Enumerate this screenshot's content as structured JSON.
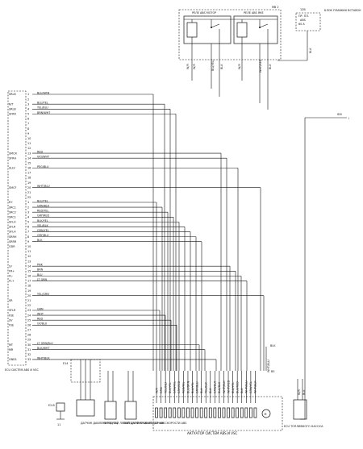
{
  "relay_box": {
    "label": "MB 2",
    "relay_motor": "РЕЛЕ ABS МОТОР",
    "relay_solenoid": "РЕЛЕ ABS ЯКЕ",
    "top_wires": [
      "W/R",
      "W/R",
      "B/L(YEL)",
      "BLK",
      "W/R",
      "WHT/RED",
      "BLK"
    ]
  },
  "fuse_block": {
    "lines": [
      "12В",
      "ПР. ПЛ.",
      "ABS",
      "60 А"
    ],
    "side_label": "БЛОК ПЛАВКИХ ВСТАВОК",
    "wire": "BLK"
  },
  "ecu": {
    "label": "ECU СИСТЕМ ABS И VSC",
    "pins": [
      {
        "name": "SRLB",
        "num": "1",
        "wire": "BLU/GRN"
      },
      {
        "name": "",
        "num": "2",
        "wire": ""
      },
      {
        "name": "R/T",
        "num": "3",
        "wire": "BLU/YEL"
      },
      {
        "name": "SRLB",
        "num": "4",
        "wire": "YEL/BLU"
      },
      {
        "name": "SFRR",
        "num": "5",
        "wire": "BRN/WHT"
      },
      {
        "name": "",
        "num": "6",
        "wire": ""
      },
      {
        "name": "",
        "num": "7",
        "wire": ""
      },
      {
        "name": "",
        "num": "8",
        "wire": ""
      },
      {
        "name": "",
        "num": "9",
        "wire": ""
      },
      {
        "name": "",
        "num": "10",
        "wire": ""
      },
      {
        "name": "",
        "num": "11",
        "wire": ""
      },
      {
        "name": "",
        "num": "12",
        "wire": ""
      },
      {
        "name": "SMCR",
        "num": "13",
        "wire": "RED"
      },
      {
        "name": "SFRH",
        "num": "14",
        "wire": "VIO/WHT"
      },
      {
        "name": "",
        "num": "15",
        "wire": ""
      },
      {
        "name": "SLLV",
        "num": "16",
        "wire": "PEG/BLU"
      },
      {
        "name": "",
        "num": "17",
        "wire": ""
      },
      {
        "name": "",
        "num": "18",
        "wire": ""
      },
      {
        "name": "",
        "num": "19",
        "wire": ""
      },
      {
        "name": "SMCF",
        "num": "20",
        "wire": "WHT/BLU"
      },
      {
        "name": "",
        "num": "21",
        "wire": ""
      },
      {
        "name": "",
        "num": "22",
        "wire": ""
      },
      {
        "name": "R+",
        "num": "1",
        "wire": "BLU/YEL"
      },
      {
        "name": "SRC1",
        "num": "2",
        "wire": "GRN/BLK"
      },
      {
        "name": "SRC2",
        "num": "3",
        "wire": "RED/YEL"
      },
      {
        "name": "SRC1",
        "num": "4",
        "wire": "GRY/RED"
      },
      {
        "name": "SFLH",
        "num": "5",
        "wire": "BLK/YEL"
      },
      {
        "name": "SFLR",
        "num": "6",
        "wire": "YEL/BLK"
      },
      {
        "name": "SFLH",
        "num": "7",
        "wire": "GRN/YEL"
      },
      {
        "name": "SRRH",
        "num": "8",
        "wire": "GRY/BLU"
      },
      {
        "name": "SRRR",
        "num": "9",
        "wire": "BLK"
      },
      {
        "name": "GDR",
        "num": "10",
        "wire": ""
      },
      {
        "name": "",
        "num": "11",
        "wire": ""
      },
      {
        "name": "",
        "num": "12",
        "wire": ""
      },
      {
        "name": "",
        "num": "13",
        "wire": ""
      },
      {
        "name": "LV",
        "num": "14",
        "wire": "PNK"
      },
      {
        "name": "FR+",
        "num": "15",
        "wire": "BRN"
      },
      {
        "name": "FL-",
        "num": "16",
        "wire": "BLU"
      },
      {
        "name": "FL+",
        "num": "17",
        "wire": "LT GRN"
      },
      {
        "name": "",
        "num": "18",
        "wire": ""
      },
      {
        "name": "",
        "num": "19",
        "wire": ""
      },
      {
        "name": "",
        "num": "20",
        "wire": "YEL/GRN"
      },
      {
        "name": "SR",
        "num": "21",
        "wire": ""
      },
      {
        "name": "",
        "num": "22",
        "wire": ""
      },
      {
        "name": "SFLR",
        "num": "23",
        "wire": "GRN"
      },
      {
        "name": "FSE",
        "num": "24",
        "wire": "WHT"
      },
      {
        "name": "SV",
        "num": "25",
        "wire": "RED"
      },
      {
        "name": "FSE",
        "num": "26",
        "wire": "GY/BLU"
      },
      {
        "name": "",
        "num": "27",
        "wire": ""
      },
      {
        "name": "",
        "num": "28",
        "wire": ""
      },
      {
        "name": "",
        "num": "29",
        "wire": ""
      },
      {
        "name": "MT",
        "num": "30",
        "wire": "LT GRN/BLU"
      },
      {
        "name": "MR",
        "num": "31",
        "wire": "BLK/WHT"
      },
      {
        "name": "",
        "num": "32",
        "wire": ""
      },
      {
        "name": "GND1",
        "num": "33",
        "wire": "WHT/BLK"
      }
    ],
    "gnd_ref": "E14"
  },
  "right_ground": {
    "code": "ID0",
    "wire": "I"
  },
  "actuator": {
    "label": "АКТУАТОР СИСТЕМ ABS И VSC",
    "pins": [
      "W/R",
      "GRN",
      "YEL/BLU",
      "BLK/YEL",
      "GRN/YEL",
      "GRY/RED",
      "RED/YEL",
      "BLK/GRN",
      "BLU/YEL",
      "GRY/BLU",
      "BLK",
      "YEL/BLK",
      "BLK",
      "GRN/BLK",
      "BLU/BLK",
      "WHT/BLK",
      "WHT/RED",
      "BLU/YEL",
      "BLK/RED",
      "BLK",
      "WHT/BLU",
      "GRN/YEL",
      "WHT/BLK"
    ],
    "ground_wires": [
      "BLK",
      "WHT/BLU",
      "BLK"
    ],
    "ground_code": "B5"
  },
  "bottom_left": {
    "ground_label": "E2-B",
    "sub": "11"
  },
  "sensors": [
    {
      "name": "ДАТЧИК ДАВЛЕНИЯ В ГТЦ",
      "wires": [
        "YEL",
        "GRN",
        "RED"
      ]
    },
    {
      "name": "ПЕРЕДНИЙ ЛЕВЫЙ ДАТЧИК СКОРОСТИ ABS",
      "wires": [
        "LT GRN",
        "BLU"
      ]
    },
    {
      "name": "ПЕРЕДНИЙ ПРАВЫЙ ДАТЧИК СКОРОСТИ ABS",
      "wires": [
        "BRN",
        "PNK"
      ]
    }
  ],
  "ecu_pump": {
    "name": "ECU ТОПЛИВНОГО НАСОСА",
    "wires": [
      "W/R",
      "BLK"
    ]
  }
}
